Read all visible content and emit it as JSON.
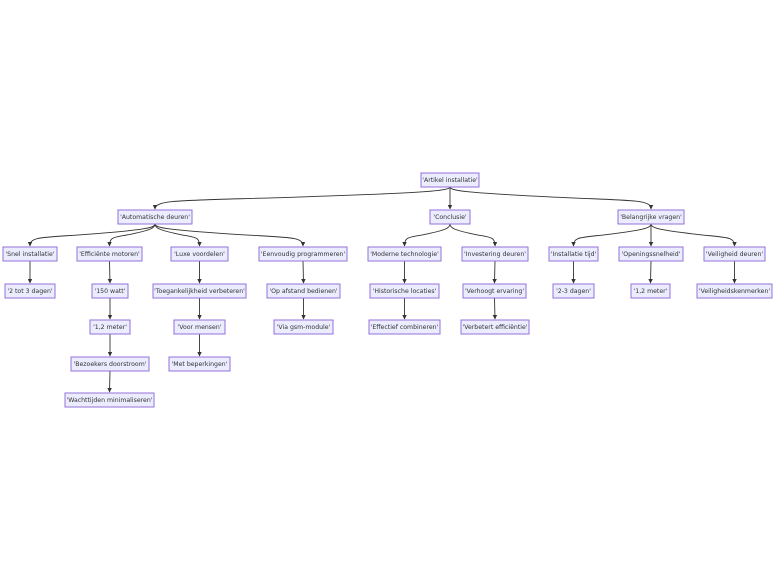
{
  "diagram": {
    "type": "flowchart",
    "colors": {
      "node_fill": "#ececff",
      "node_stroke": "#9370db",
      "edge": "#333333",
      "text": "#333333"
    },
    "nodes": [
      {
        "id": "root",
        "label": "'Artikel installatie'"
      },
      {
        "id": "auto",
        "label": "'Automatische deuren'"
      },
      {
        "id": "concl",
        "label": "'Conclusie'"
      },
      {
        "id": "vragen",
        "label": "'Belangrijke vragen'"
      },
      {
        "id": "snel",
        "label": "'Snel installatie'"
      },
      {
        "id": "eff",
        "label": "'Efficiënte motoren'"
      },
      {
        "id": "luxe",
        "label": "'Luxe voordelen'"
      },
      {
        "id": "eenv",
        "label": "'Eenvoudig programmeren'"
      },
      {
        "id": "mod",
        "label": "'Moderne technologie'"
      },
      {
        "id": "inv",
        "label": "'Investering deuren'"
      },
      {
        "id": "tijd",
        "label": "'Installatie tijd'"
      },
      {
        "id": "open",
        "label": "'Openingssnelheid'"
      },
      {
        "id": "veil",
        "label": "'Veiligheid deuren'"
      },
      {
        "id": "dagen",
        "label": "'2 tot 3 dagen'"
      },
      {
        "id": "watt",
        "label": "'150 watt'"
      },
      {
        "id": "toeg",
        "label": "'Toegankelijkheid verbeteren'"
      },
      {
        "id": "afst",
        "label": "'Op afstand bedienen'"
      },
      {
        "id": "hist",
        "label": "'Historische locaties'"
      },
      {
        "id": "verh",
        "label": "'Verhoogt ervaring'"
      },
      {
        "id": "d23",
        "label": "'2-3 dagen'"
      },
      {
        "id": "m12b",
        "label": "'1,2 meter'"
      },
      {
        "id": "kenm",
        "label": "'Veiligheidskenmerken'"
      },
      {
        "id": "m12",
        "label": "'1,2 meter'"
      },
      {
        "id": "voor",
        "label": "'Voor mensen'"
      },
      {
        "id": "gsm",
        "label": "'Via gsm-module'"
      },
      {
        "id": "comb",
        "label": "'Effectief combineren'"
      },
      {
        "id": "verb",
        "label": "'Verbetert efficiëntie'"
      },
      {
        "id": "bez",
        "label": "'Bezoekers doorstroom'"
      },
      {
        "id": "beperk",
        "label": "'Met beperkingen'"
      },
      {
        "id": "wacht",
        "label": "'Wachttijden minimaliseren'"
      }
    ],
    "edges": [
      [
        "root",
        "auto"
      ],
      [
        "root",
        "concl"
      ],
      [
        "root",
        "vragen"
      ],
      [
        "auto",
        "snel"
      ],
      [
        "auto",
        "eff"
      ],
      [
        "auto",
        "luxe"
      ],
      [
        "auto",
        "eenv"
      ],
      [
        "concl",
        "mod"
      ],
      [
        "concl",
        "inv"
      ],
      [
        "vragen",
        "tijd"
      ],
      [
        "vragen",
        "open"
      ],
      [
        "vragen",
        "veil"
      ],
      [
        "snel",
        "dagen"
      ],
      [
        "eff",
        "watt"
      ],
      [
        "watt",
        "m12"
      ],
      [
        "m12",
        "bez"
      ],
      [
        "bez",
        "wacht"
      ],
      [
        "luxe",
        "toeg"
      ],
      [
        "toeg",
        "voor"
      ],
      [
        "voor",
        "beperk"
      ],
      [
        "eenv",
        "afst"
      ],
      [
        "afst",
        "gsm"
      ],
      [
        "mod",
        "hist"
      ],
      [
        "hist",
        "comb"
      ],
      [
        "inv",
        "verh"
      ],
      [
        "verh",
        "verb"
      ],
      [
        "tijd",
        "d23"
      ],
      [
        "open",
        "m12b"
      ],
      [
        "veil",
        "kenm"
      ]
    ]
  }
}
